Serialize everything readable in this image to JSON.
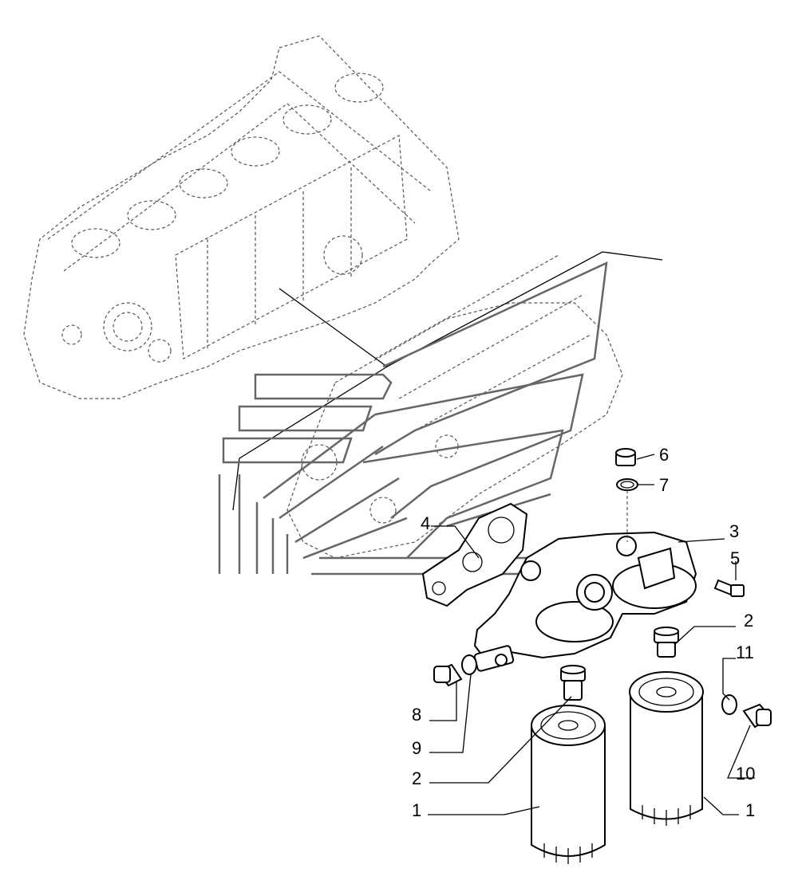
{
  "callouts": [
    {
      "id": "c6",
      "text": "6"
    },
    {
      "id": "c7",
      "text": "7"
    },
    {
      "id": "c3",
      "text": "3"
    },
    {
      "id": "c4",
      "text": "4"
    },
    {
      "id": "c5",
      "text": "5"
    },
    {
      "id": "c2a",
      "text": "2"
    },
    {
      "id": "c11",
      "text": "11"
    },
    {
      "id": "c8",
      "text": "8"
    },
    {
      "id": "c9",
      "text": "9"
    },
    {
      "id": "c10",
      "text": "10"
    },
    {
      "id": "c2b",
      "text": "2"
    },
    {
      "id": "c1a",
      "text": "1"
    },
    {
      "id": "c1b",
      "text": "1"
    }
  ],
  "parts": {
    "engine_block": "engine-block-phantom",
    "filter_head": "oil-filter-head",
    "filter_left": "oil-filter-cartridge",
    "filter_right": "oil-filter-cartridge",
    "gasket": "filter-head-gasket"
  },
  "colors": {
    "line": "#000000",
    "phantom": "#555555",
    "background": "#ffffff"
  }
}
